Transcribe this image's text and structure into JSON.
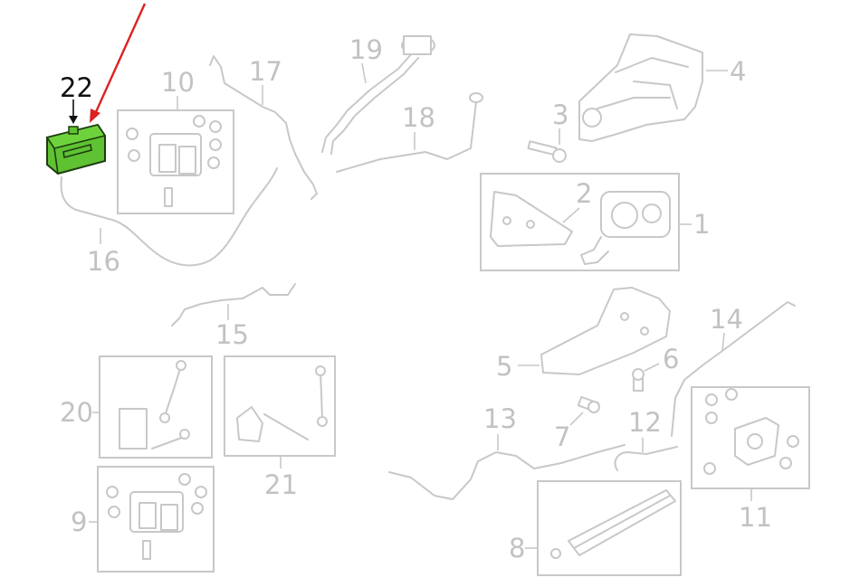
{
  "diagram": {
    "callouts": [
      {
        "id": "c1",
        "text": "1"
      },
      {
        "id": "c2",
        "text": "2"
      },
      {
        "id": "c3",
        "text": "3"
      },
      {
        "id": "c4",
        "text": "4"
      },
      {
        "id": "c5",
        "text": "5"
      },
      {
        "id": "c6",
        "text": "6"
      },
      {
        "id": "c7",
        "text": "7"
      },
      {
        "id": "c8",
        "text": "8"
      },
      {
        "id": "c9",
        "text": "9"
      },
      {
        "id": "c10",
        "text": "10"
      },
      {
        "id": "c11",
        "text": "11"
      },
      {
        "id": "c12",
        "text": "12"
      },
      {
        "id": "c13",
        "text": "13"
      },
      {
        "id": "c14",
        "text": "14"
      },
      {
        "id": "c15",
        "text": "15"
      },
      {
        "id": "c16",
        "text": "16"
      },
      {
        "id": "c17",
        "text": "17"
      },
      {
        "id": "c18",
        "text": "18"
      },
      {
        "id": "c19",
        "text": "19"
      },
      {
        "id": "c20",
        "text": "20"
      },
      {
        "id": "c21",
        "text": "21"
      }
    ],
    "highlighted": {
      "label": "22",
      "color": "#5fc232",
      "arrow_color": "#dd2222"
    }
  }
}
